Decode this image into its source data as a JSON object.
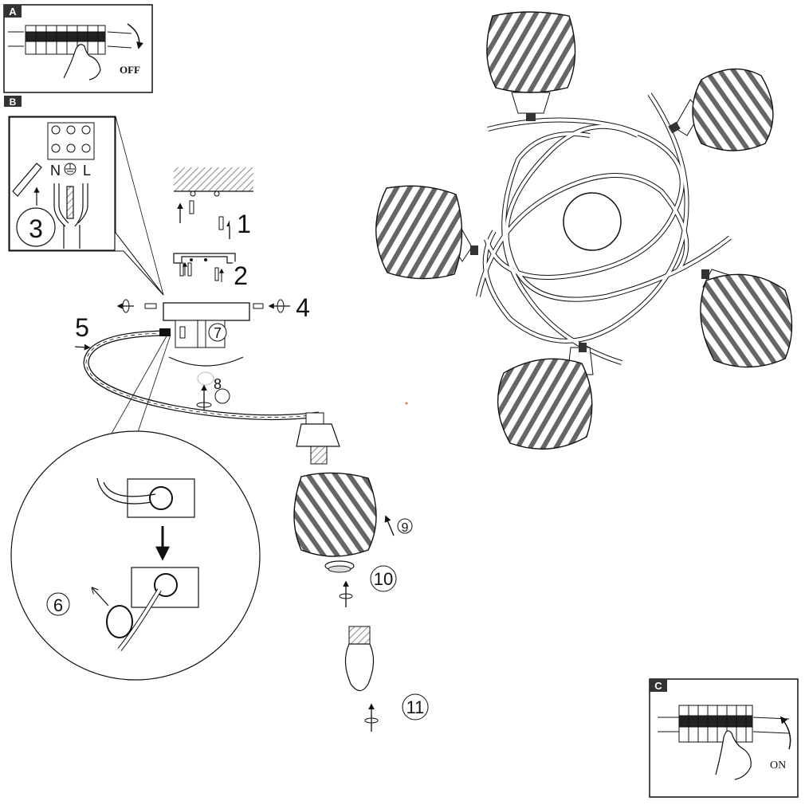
{
  "panels": {
    "a": {
      "tag": "A",
      "label": "OFF"
    },
    "b": {
      "tag": "B"
    },
    "c": {
      "tag": "C",
      "label": "ON"
    }
  },
  "terminal_labels": {
    "neutral": "N",
    "live": "L",
    "earth_symbol": "earth-ground-icon"
  },
  "steps": [
    {
      "id": "1",
      "label": "1"
    },
    {
      "id": "2",
      "label": "2"
    },
    {
      "id": "3",
      "label": "3"
    },
    {
      "id": "4",
      "label": "4"
    },
    {
      "id": "5",
      "label": "5"
    },
    {
      "id": "6",
      "label": "6"
    },
    {
      "id": "7",
      "label": "7"
    },
    {
      "id": "8",
      "label": "8"
    },
    {
      "id": "9",
      "label": "9"
    },
    {
      "id": "10",
      "label": "10"
    },
    {
      "id": "11",
      "label": "11"
    }
  ],
  "colors": {
    "line": "#111111",
    "shade_stripe": "#555555",
    "accent_dot": "#e07a3a"
  }
}
